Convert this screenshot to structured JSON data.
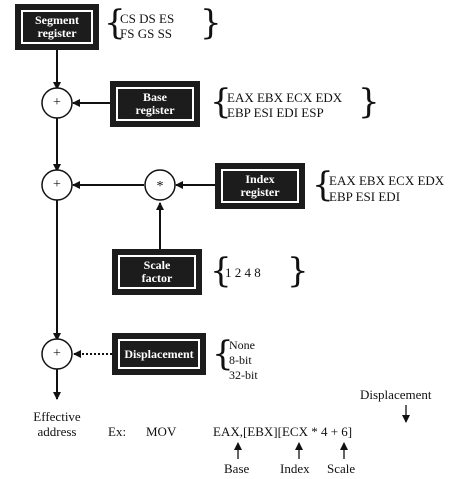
{
  "segment_register": {
    "label_line1": "Segment",
    "label_line2": "register",
    "options_line1": "CS  DS  ES",
    "options_line2": "FS  GS  SS"
  },
  "base_register": {
    "label_line1": "Base",
    "label_line2": "register",
    "options_line1": "EAX  EBX  ECX  EDX",
    "options_line2": "EBP  ESI  EDI  ESP"
  },
  "index_register": {
    "label_line1": "Index",
    "label_line2": "register",
    "options_line1": "EAX  EBX  ECX  EDX",
    "options_line2": "EBP  ESI  EDI"
  },
  "scale_factor": {
    "label_line1": "Scale",
    "label_line2": "factor",
    "options": "1  2  4  8"
  },
  "displacement": {
    "label": "Displacement",
    "option1": "None",
    "option2": "8-bit",
    "option3": "32-bit"
  },
  "operators": {
    "add": "+",
    "multiply": "*"
  },
  "output": {
    "line1": "Effective",
    "line2": "address"
  },
  "example": {
    "prefix": "Ex:",
    "mnemonic": "MOV",
    "operands": "EAX,[EBX][ECX * 4 + 6]",
    "displacement_label": "Displacement",
    "base_label": "Base",
    "index_label": "Index",
    "scale_label": "Scale"
  }
}
